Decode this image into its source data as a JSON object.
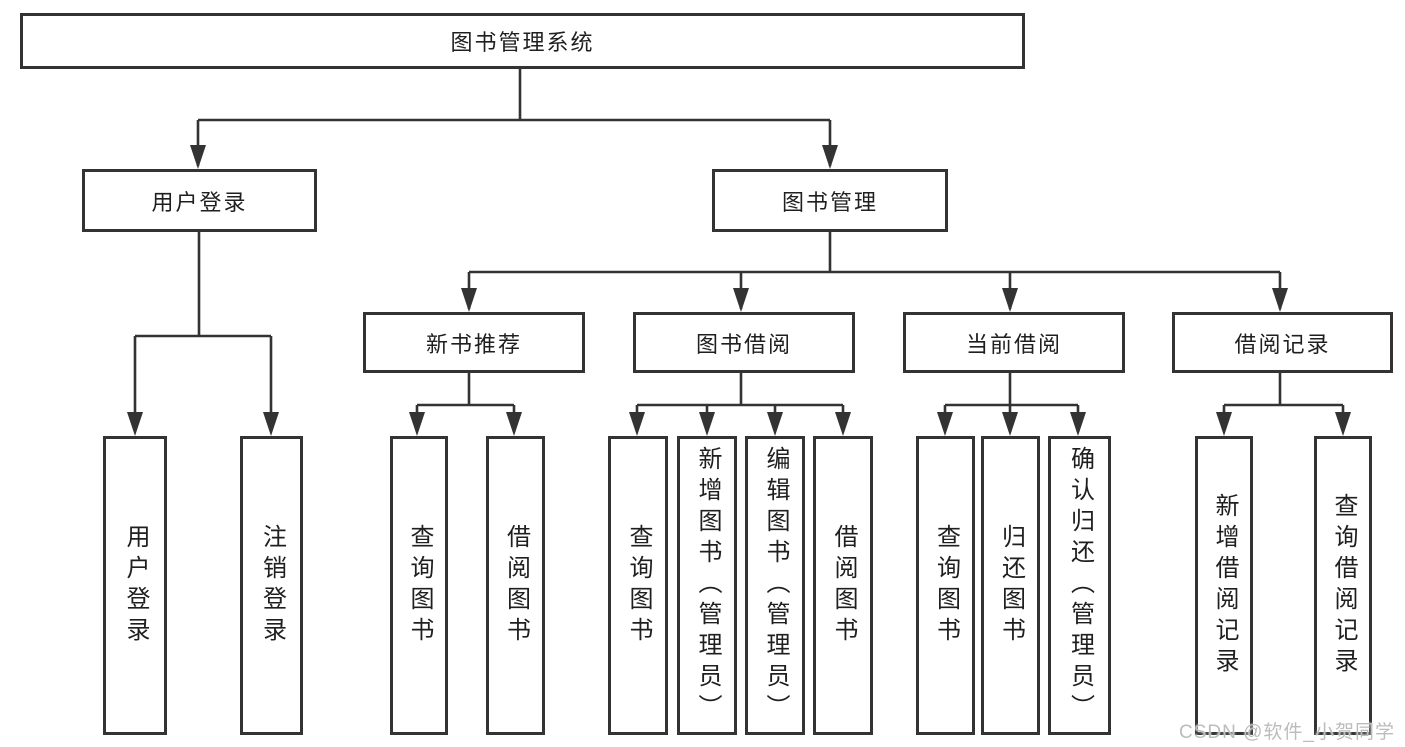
{
  "diagram": {
    "root": {
      "label": "图书管理系统"
    },
    "level2": [
      {
        "label": "用户登录"
      },
      {
        "label": "图书管理"
      }
    ],
    "level3": [
      {
        "label": "新书推荐"
      },
      {
        "label": "图书借阅"
      },
      {
        "label": "当前借阅"
      },
      {
        "label": "借阅记录"
      }
    ],
    "leaves": {
      "user_login": [
        {
          "label": "用户登录"
        },
        {
          "label": "注销登录"
        }
      ],
      "new_books": [
        {
          "label": "查询图书"
        },
        {
          "label": "借阅图书"
        }
      ],
      "book_borrow": [
        {
          "label": "查询图书"
        },
        {
          "label": "新增图书（管理员）"
        },
        {
          "label": "编辑图书（管理员）"
        },
        {
          "label": "借阅图书"
        }
      ],
      "current_borrow": [
        {
          "label": "查询图书"
        },
        {
          "label": "归还图书"
        },
        {
          "label": "确认归还（管理员）"
        }
      ],
      "borrow_records": [
        {
          "label": "新增借阅记录"
        },
        {
          "label": "查询借阅记录"
        }
      ]
    }
  },
  "watermark": {
    "text": "CSDN @软件_小贺同学"
  },
  "colors": {
    "line": "#333333",
    "box_border": "#333333",
    "text": "#1f1f1f",
    "watermark": "#bcbcbc",
    "background": "#ffffff"
  }
}
